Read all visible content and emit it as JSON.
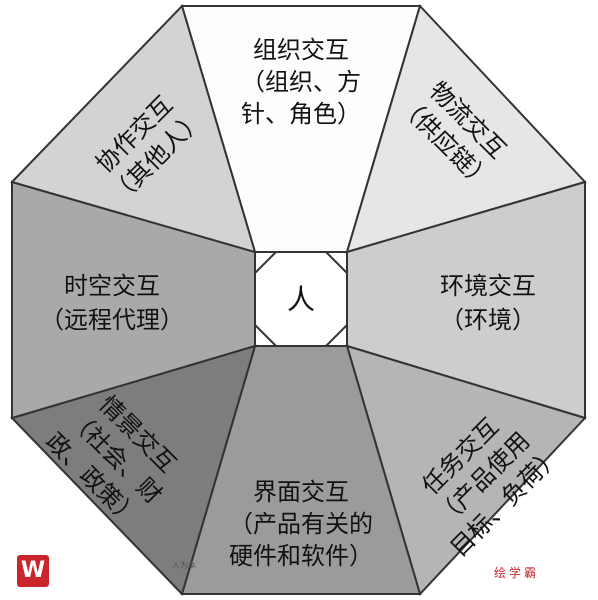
{
  "center": {
    "label": "人"
  },
  "segments": [
    {
      "id": "org",
      "lines": [
        "组织交互",
        "（组织、方",
        "针、角色）"
      ],
      "fill": "#fdfdfd"
    },
    {
      "id": "logis",
      "lines": [
        "物流交互",
        "（供应链）"
      ],
      "fill": "#e6e6e6"
    },
    {
      "id": "env",
      "lines": [
        "环境交互",
        "（环境）"
      ],
      "fill": "#cdcdcd"
    },
    {
      "id": "task",
      "lines": [
        "任务交互",
        "（产品使用",
        "目标、负荷）"
      ],
      "fill": "#b5b5b5"
    },
    {
      "id": "iface",
      "lines": [
        "界面交互",
        "（产品有关的",
        "硬件和软件）"
      ],
      "fill": "#9b9b9b"
    },
    {
      "id": "context",
      "lines": [
        "情景交互",
        "（社会、财",
        "政、政策）"
      ],
      "fill": "#7d7d7d"
    },
    {
      "id": "spatial",
      "lines": [
        "时空交互",
        "（远程代理）"
      ],
      "fill": "#a9a9a9"
    },
    {
      "id": "collab",
      "lines": [
        "协作交互",
        "（其他人）"
      ],
      "fill": "#d3d3d3"
    }
  ],
  "watermark": {
    "logo": "W",
    "small_text": "人为本",
    "right_text": "绘学霸"
  }
}
